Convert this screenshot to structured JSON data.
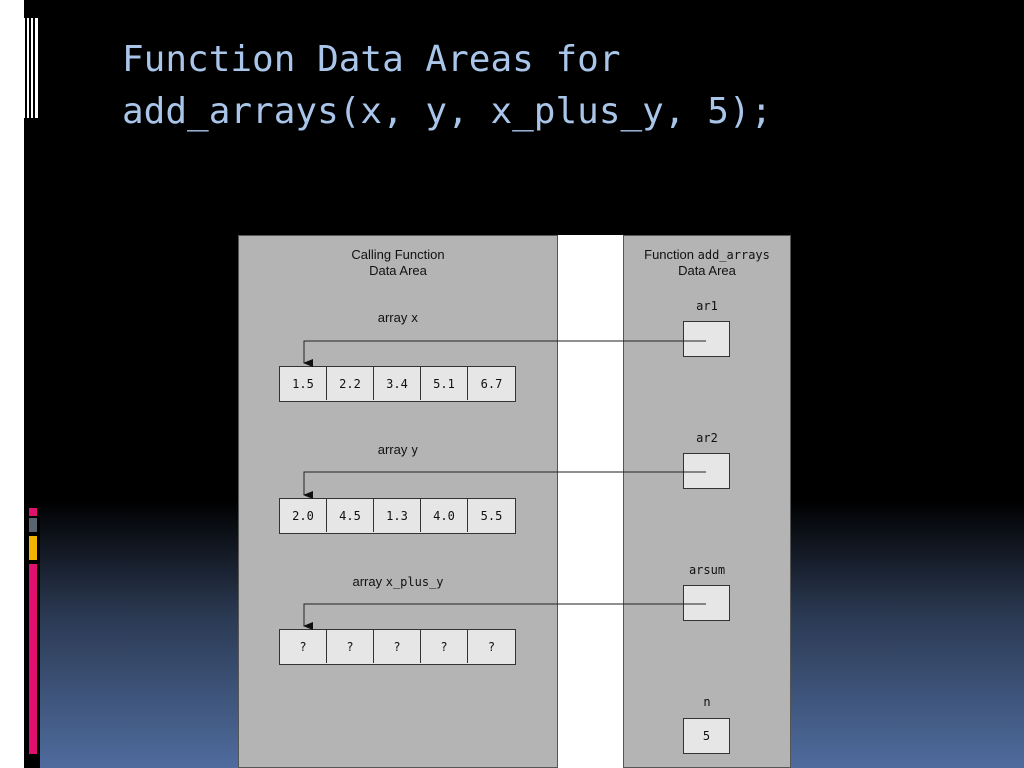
{
  "slide": {
    "title_line1": "Function Data Areas for",
    "title_line2": "add_arrays(x, y, x_plus_y, 5);",
    "colors": {
      "title_text": "#a9c6ea",
      "background_top": "#000000",
      "background_bottom": "#4f6c9e",
      "panel_fill": "#b4b4b4",
      "cell_fill": "#e6e6e6",
      "ornament_pink": "#e0106e",
      "ornament_gray": "#5a6470",
      "ornament_yellow": "#f0b400"
    }
  },
  "diagram": {
    "calling_heading_line1": "Calling Function",
    "calling_heading_line2": "Data Area",
    "callee_heading_prefix": "Function",
    "callee_heading_name": "add_arrays",
    "callee_heading_line2": "Data Area",
    "array_word": "array",
    "arrays": [
      {
        "name": "x",
        "values": [
          "1.5",
          "2.2",
          "3.4",
          "5.1",
          "6.7"
        ]
      },
      {
        "name": "y",
        "values": [
          "2.0",
          "4.5",
          "1.3",
          "4.0",
          "5.5"
        ]
      },
      {
        "name": "x_plus_y",
        "values": [
          "?",
          "?",
          "?",
          "?",
          "?"
        ]
      }
    ],
    "params": [
      {
        "name": "ar1",
        "value": ""
      },
      {
        "name": "ar2",
        "value": ""
      },
      {
        "name": "arsum",
        "value": ""
      },
      {
        "name": "n",
        "value": "5"
      }
    ]
  }
}
